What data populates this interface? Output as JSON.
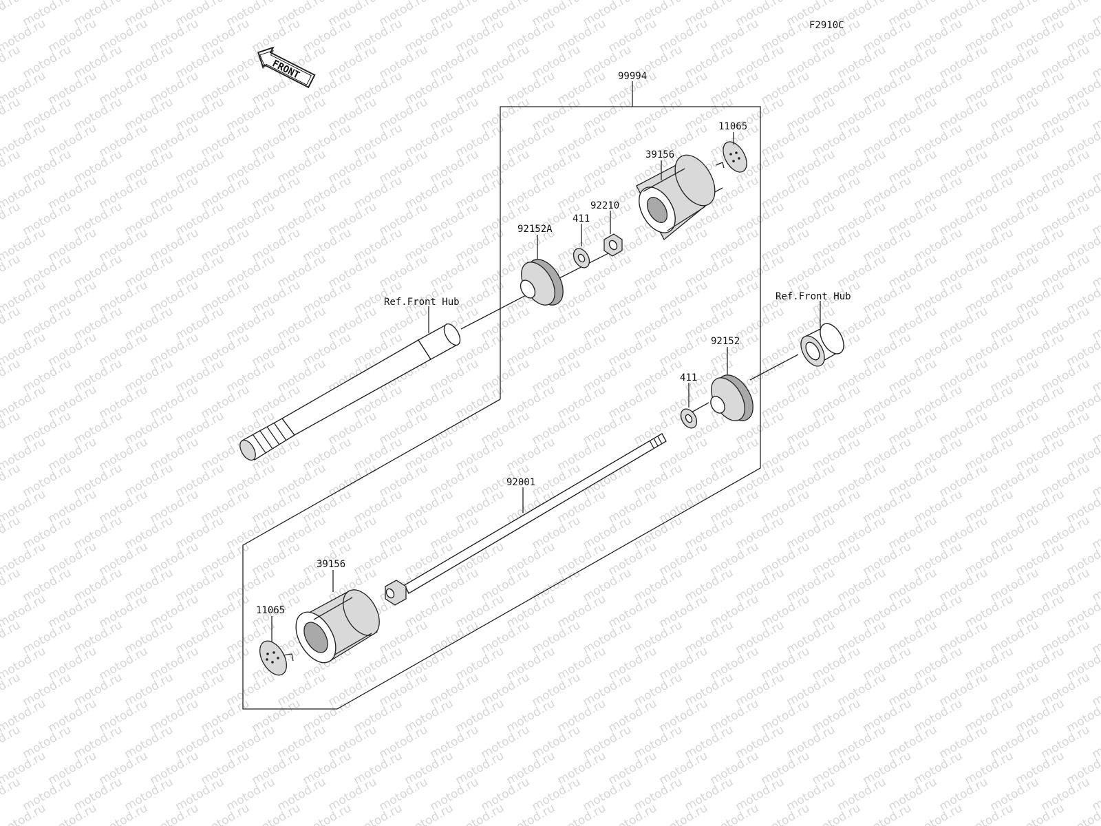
{
  "diagram": {
    "drawing_code": "F2910C",
    "front_arrow_label": "FRONT",
    "watermark_text": "motod.ru",
    "labels": {
      "assembly": "99994",
      "ref_front_hub_left": "Ref.Front Hub",
      "ref_front_hub_right": "Ref.Front Hub",
      "cap_top": "11065",
      "slider_top": "39156",
      "nut_top": "92210",
      "washer_top": "411",
      "spacer_top": "92152A",
      "spacer_bottom": "92152",
      "washer_bottom": "411",
      "bolt": "92001",
      "slider_bottom": "39156",
      "cap_bottom": "11065"
    }
  }
}
